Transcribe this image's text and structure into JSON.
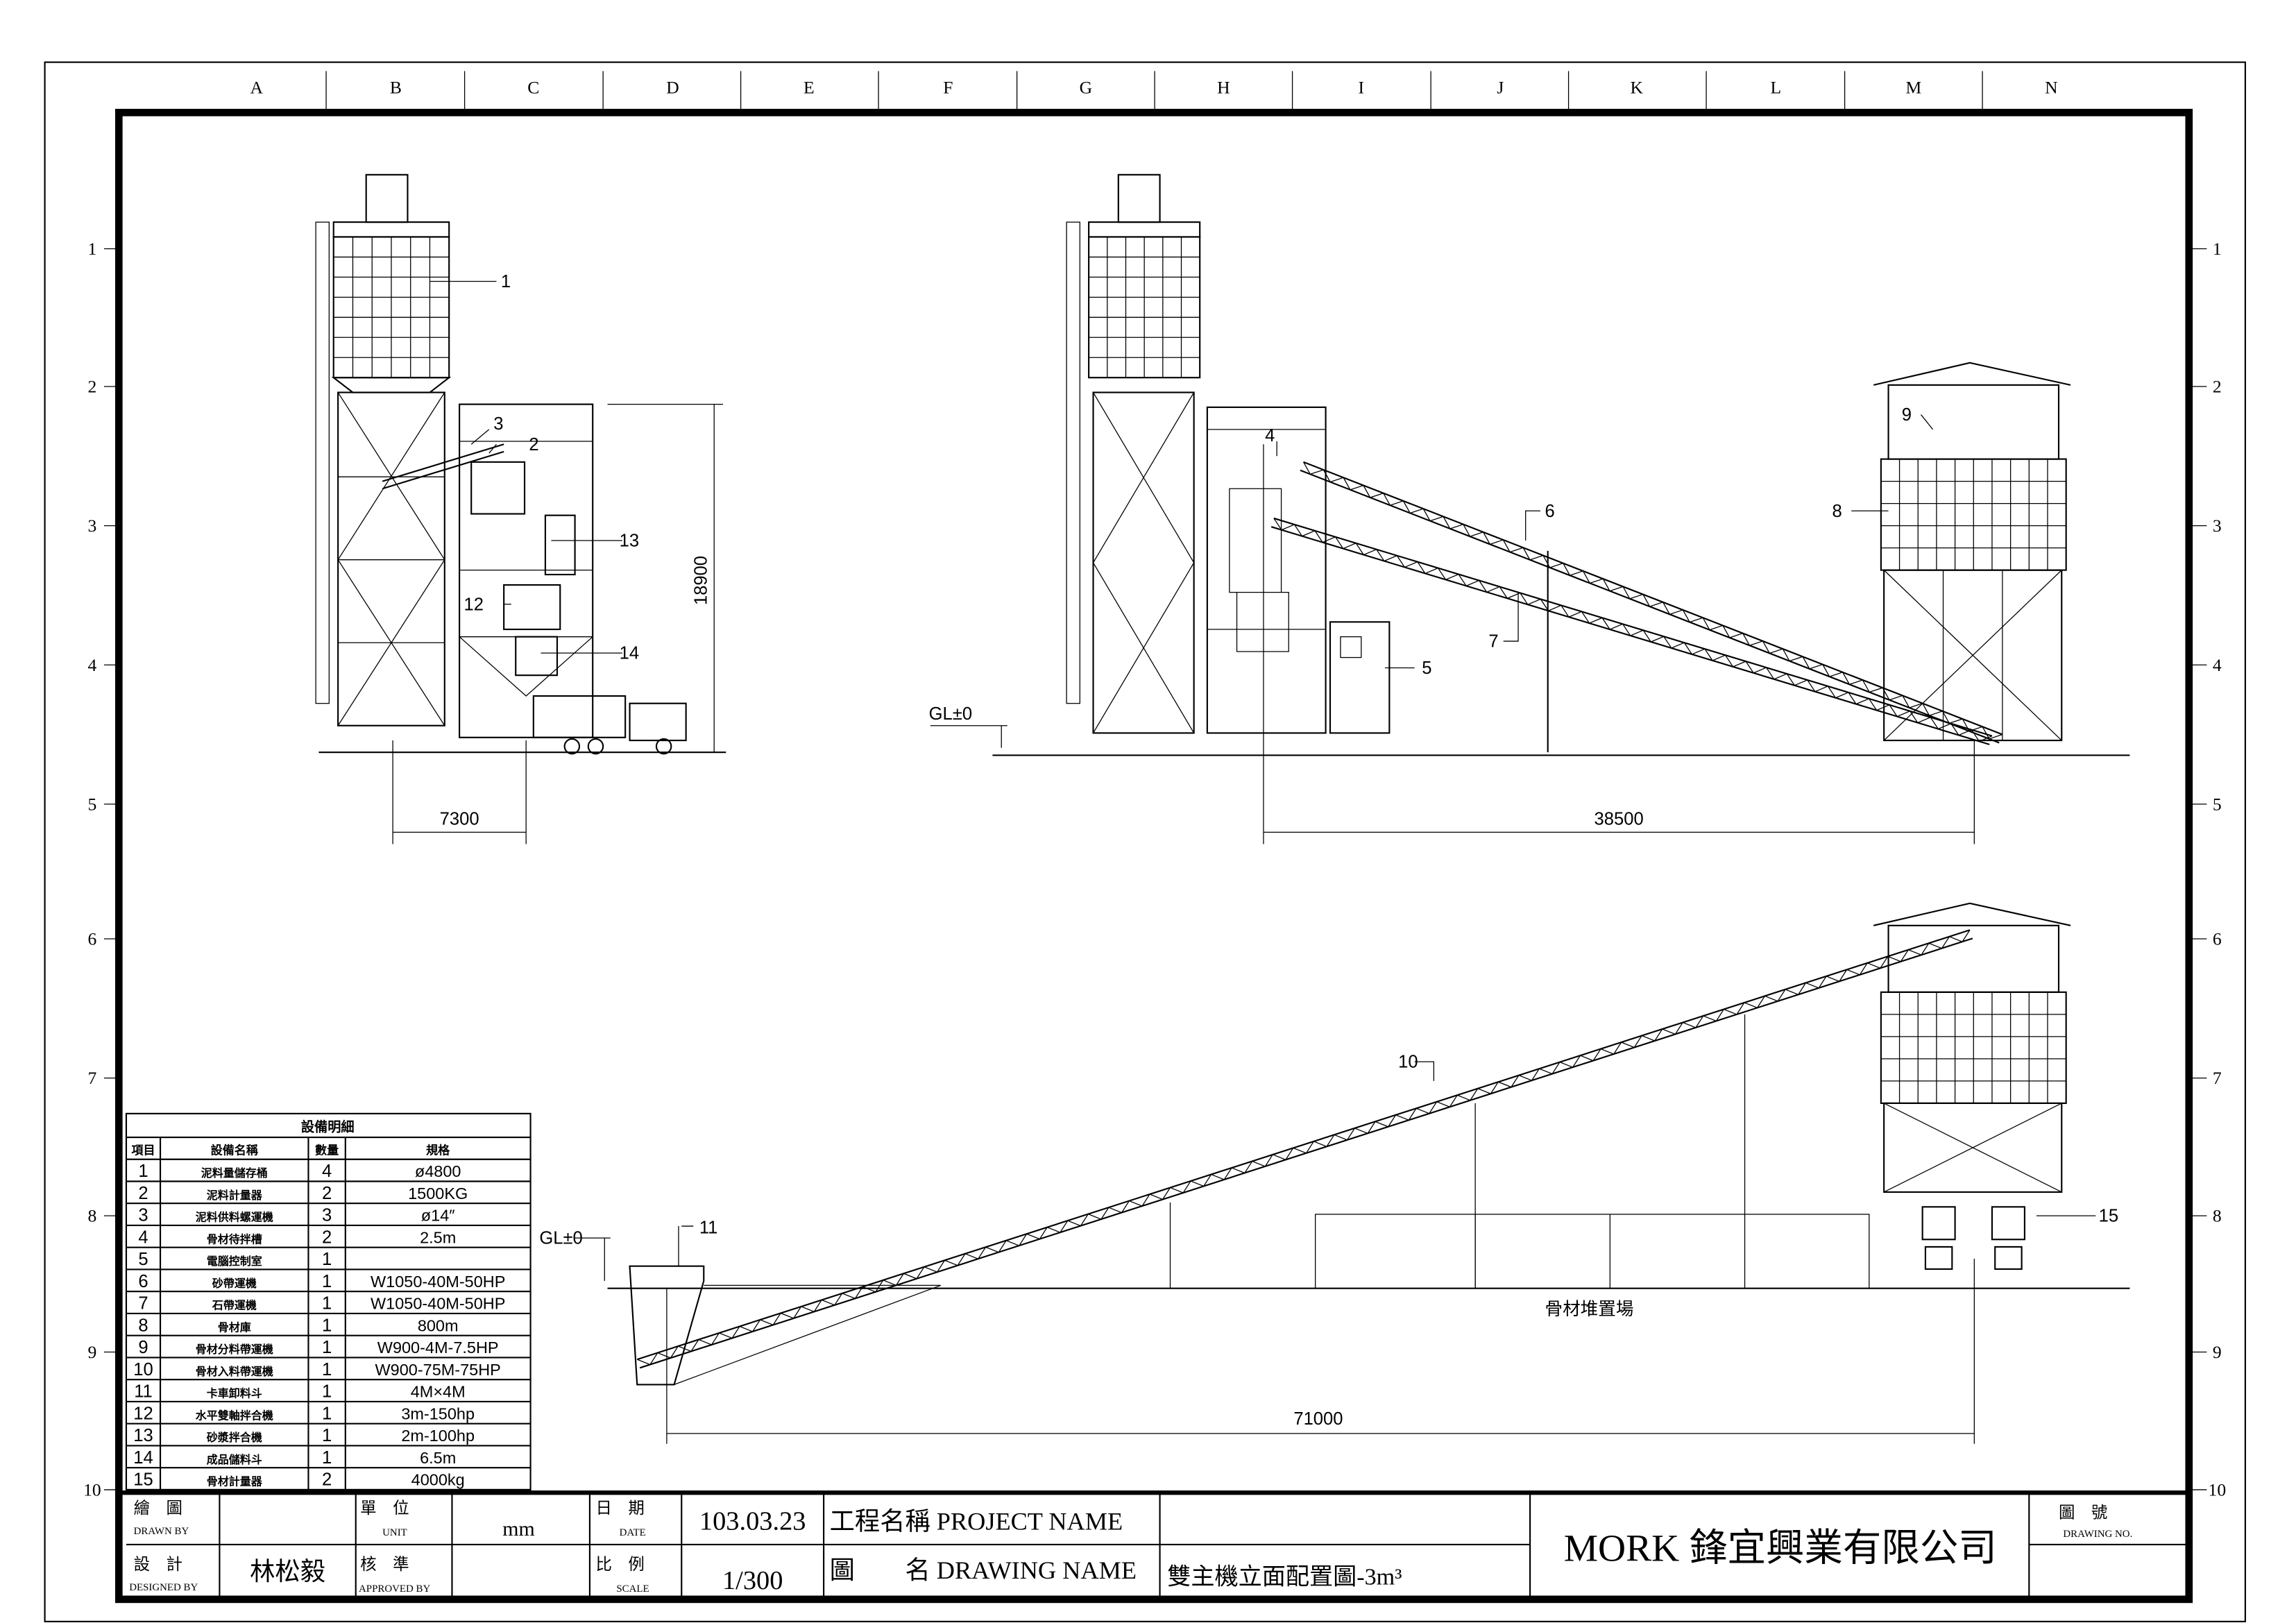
{
  "grid": {
    "columns": [
      "A",
      "B",
      "C",
      "D",
      "E",
      "F",
      "G",
      "H",
      "I",
      "J",
      "K",
      "L",
      "M",
      "N"
    ],
    "rows": [
      "1",
      "2",
      "3",
      "4",
      "5",
      "6",
      "7",
      "8",
      "9",
      "10"
    ]
  },
  "views": {
    "side": {
      "callouts": [
        "1",
        "2",
        "3",
        "12",
        "13",
        "14"
      ],
      "dim_width": "7300",
      "dim_height": "18900"
    },
    "front": {
      "callouts": [
        "4",
        "5",
        "6",
        "7",
        "8",
        "9"
      ],
      "gl_label": "GL±0",
      "dim_span": "38500"
    },
    "plan": {
      "callouts": [
        "10",
        "11",
        "15"
      ],
      "gl_label": "GL±0",
      "dim_span": "71000",
      "yard_label": "骨材堆置場"
    }
  },
  "equipment_table": {
    "title": "設備明細",
    "headers": [
      "項目",
      "設備名稱",
      "數量",
      "規格"
    ],
    "rows": [
      [
        "1",
        "泥料量儲存桶",
        "4",
        "ø4800"
      ],
      [
        "2",
        "泥料計量器",
        "2",
        "1500KG"
      ],
      [
        "3",
        "泥料供料螺運機",
        "3",
        "ø14″"
      ],
      [
        "4",
        "骨材待拌槽",
        "2",
        "2.5m"
      ],
      [
        "5",
        "電腦控制室",
        "1",
        ""
      ],
      [
        "6",
        "砂帶運機",
        "1",
        "W1050-40M-50HP"
      ],
      [
        "7",
        "石帶運機",
        "1",
        "W1050-40M-50HP"
      ],
      [
        "8",
        "骨材庫",
        "1",
        "800m"
      ],
      [
        "9",
        "骨材分料帶運機",
        "1",
        "W900-4M-7.5HP"
      ],
      [
        "10",
        "骨材入料帶運機",
        "1",
        "W900-75M-75HP"
      ],
      [
        "11",
        "卡車卸料斗",
        "1",
        "4M×4M"
      ],
      [
        "12",
        "水平雙軸拌合機",
        "1",
        "3m-150hp"
      ],
      [
        "13",
        "砂漿拌合機",
        "1",
        "2m-100hp"
      ],
      [
        "14",
        "成品儲料斗",
        "1",
        "6.5m"
      ],
      [
        "15",
        "骨材計量器",
        "2",
        "4000kg"
      ]
    ]
  },
  "title_block": {
    "drawn_by_label": "繪　圖",
    "drawn_by_en": "DRAWN BY",
    "drawn_by": "",
    "unit_label": "單　位",
    "unit_en": "UNIT",
    "unit": "mm",
    "date_label": "日　期",
    "date_en": "DATE",
    "date": "103.03.23",
    "project_label": "工程名稱 PROJECT NAME",
    "project": "",
    "designed_by_label": "設　計",
    "designed_by_en": "DESIGNED BY",
    "designed_by": "林松毅",
    "approved_label": "核　準",
    "approved_en": "APPROVED BY",
    "approved_by": "",
    "scale_label": "比　例",
    "scale_en": "SCALE",
    "scale": "1/300",
    "drawing_name_label": "圖　　名 DRAWING NAME",
    "drawing_name": "雙主機立面配置圖-3m³",
    "company": "MORK 鋒宜興業有限公司",
    "drawing_no_label": "圖　號",
    "drawing_no_en": "DRAWING NO.",
    "drawing_no": ""
  }
}
